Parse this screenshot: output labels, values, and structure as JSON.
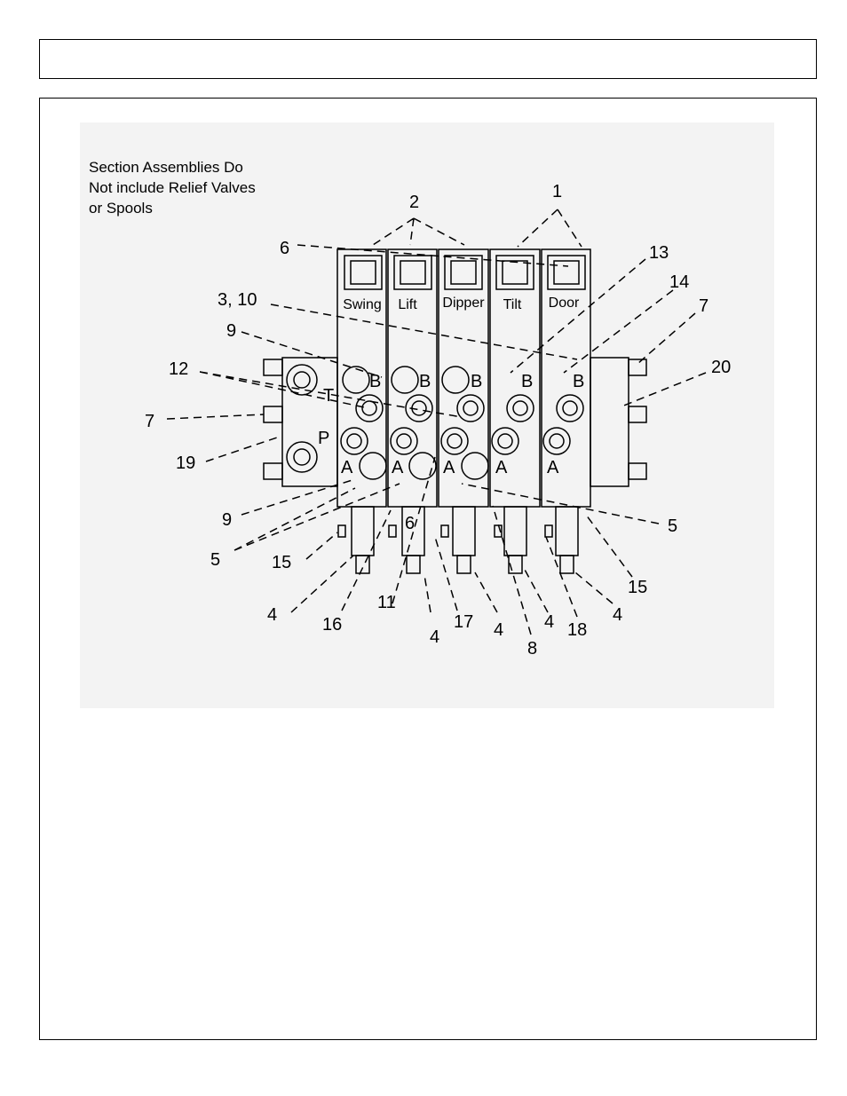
{
  "note": {
    "lines": [
      "Section Assemblies Do",
      "Not include Relief Valves",
      "or Spools"
    ]
  },
  "sections": [
    "Swing",
    "Lift",
    "Dipper",
    "Tilt",
    "Door"
  ],
  "ports": {
    "a": "A",
    "b": "B",
    "p": "P",
    "t": "T"
  },
  "callouts": [
    "1",
    "2",
    "6",
    "13",
    "14",
    "3, 10",
    "7",
    "9",
    "12",
    "20",
    "7",
    "19",
    "9",
    "5",
    "5",
    "15",
    "4",
    "16",
    "11",
    "6",
    "4",
    "17",
    "4",
    "8",
    "4",
    "18",
    "4",
    "15"
  ]
}
